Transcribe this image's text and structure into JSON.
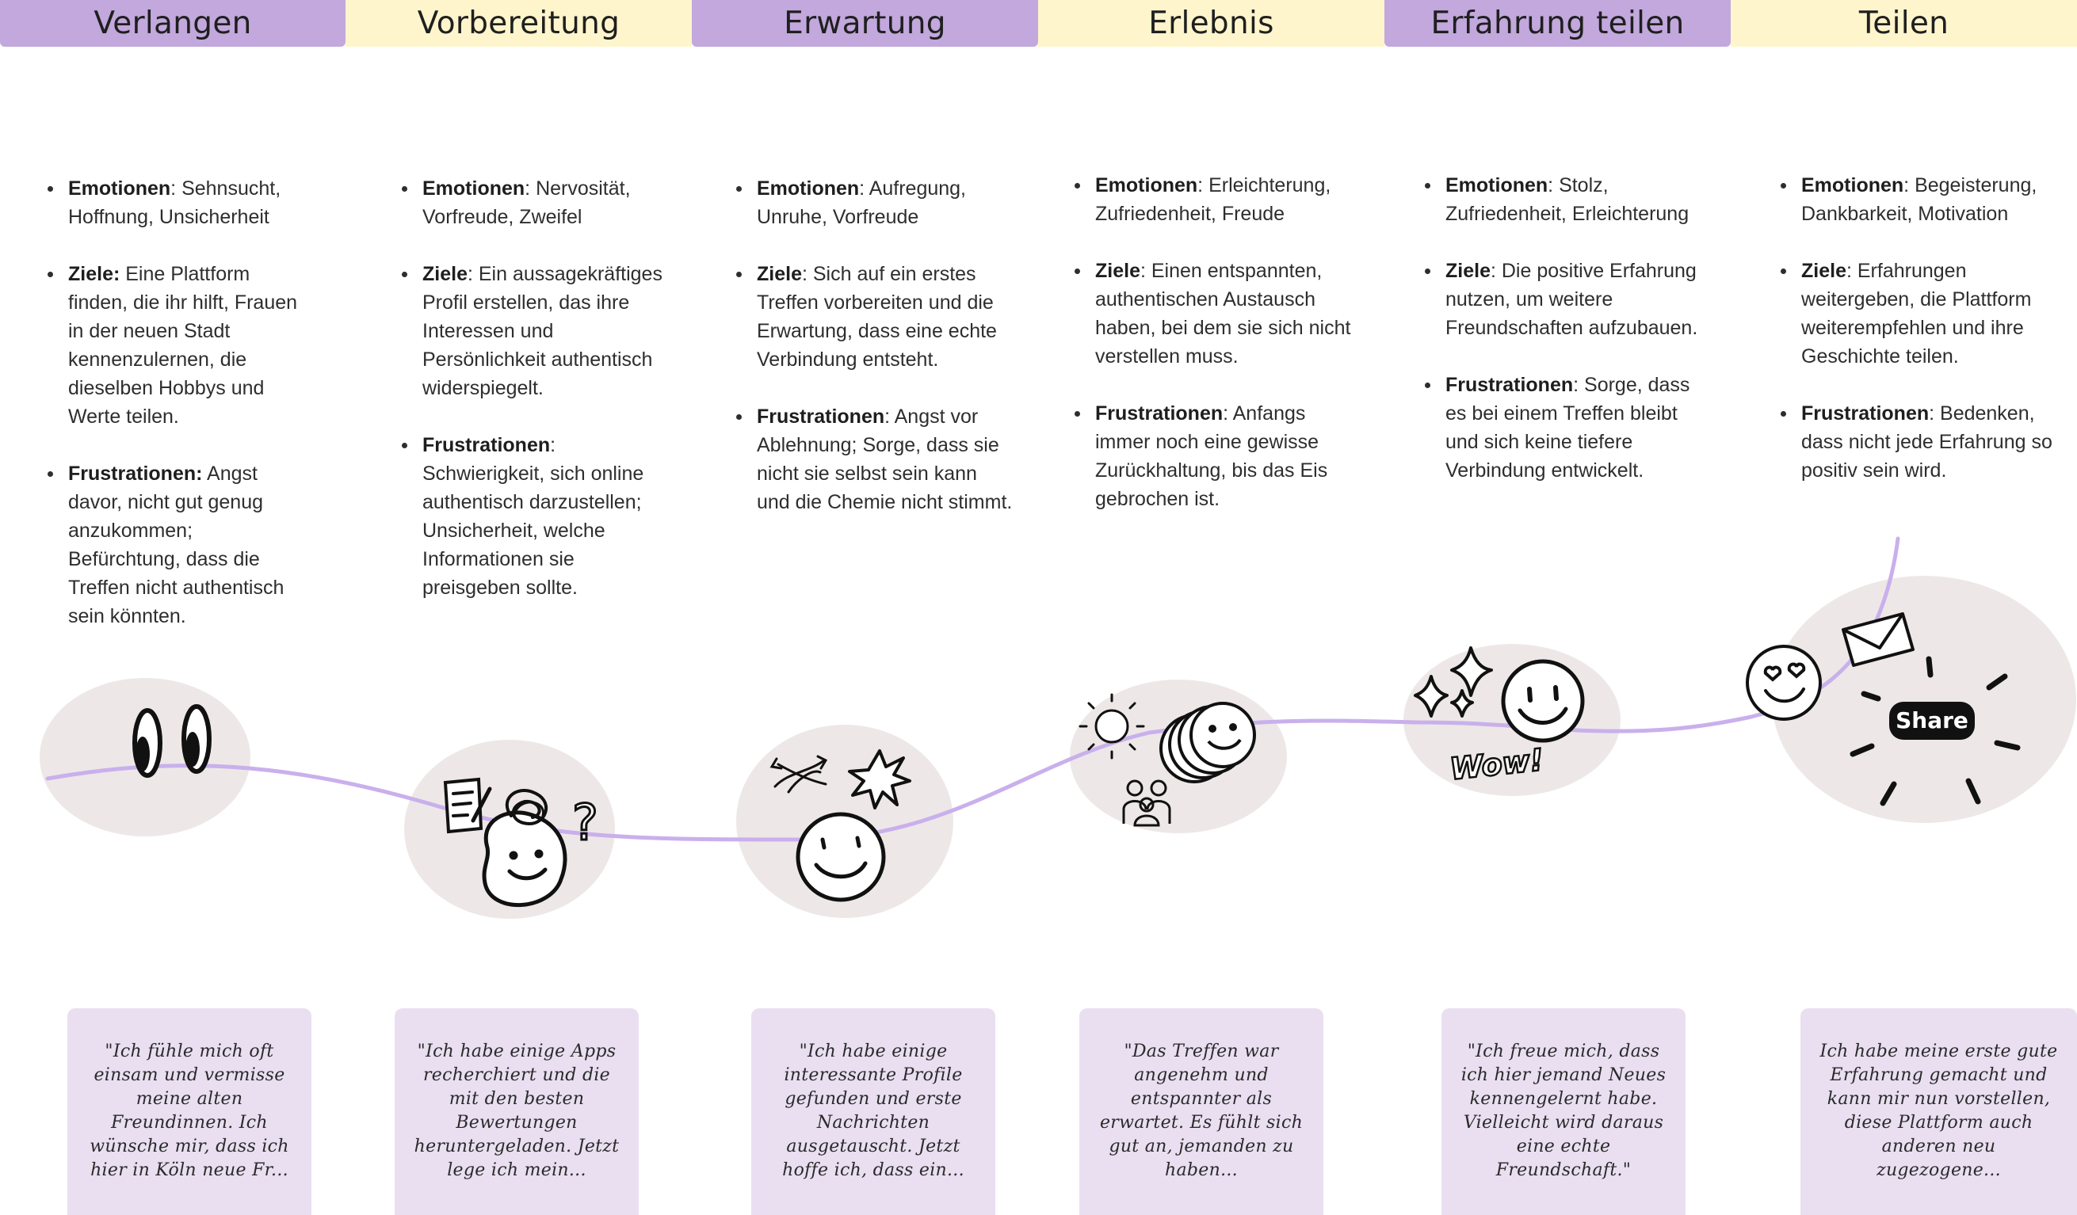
{
  "stages": [
    {
      "label": "Verlangen"
    },
    {
      "label": "Vorbereitung"
    },
    {
      "label": "Erwartung"
    },
    {
      "label": "Erlebnis"
    },
    {
      "label": "Erfahrung teilen"
    },
    {
      "label": "Teilen"
    }
  ],
  "columns": [
    {
      "emotions_label": "Emotionen",
      "emotions": ": Sehnsucht, Hoffnung, Unsicherheit",
      "goals_label": "Ziele:",
      "goals": " Eine Plattform finden, die ihr hilft, Frauen in der neuen Stadt kennenzulernen, die dieselben Hobbys und Werte teilen.",
      "frustrations_label": "Frustrationen:",
      "frustrations": " Angst davor, nicht gut genug anzukommen; Befürchtung, dass die Treffen nicht authentisch sein könnten."
    },
    {
      "emotions_label": "Emotionen",
      "emotions": ": Nervosität, Vorfreude, Zweifel",
      "goals_label": "Ziele",
      "goals": ": Ein aussagekräftiges Profil erstellen, das ihre Interessen und Persönlichkeit authentisch widerspiegelt.",
      "frustrations_label": "Frustrationen",
      "frustrations": ": Schwierigkeit, sich online authentisch darzustellen; Unsicherheit, welche Informationen sie preisgeben sollte."
    },
    {
      "emotions_label": "Emotionen",
      "emotions": ": Aufregung, Unruhe, Vorfreude",
      "goals_label": "Ziele",
      "goals": ": Sich auf ein erstes Treffen vorbereiten und die Erwartung, dass eine echte Verbindung entsteht.",
      "frustrations_label": "Frustrationen",
      "frustrations": ": Angst vor Ablehnung; Sorge, dass sie nicht sie selbst sein kann und die Chemie nicht stimmt."
    },
    {
      "emotions_label": "Emotionen",
      "emotions": ": Erleichterung, Zufriedenheit, Freude",
      "goals_label": "Ziele",
      "goals": ": Einen entspannten, authentischen Austausch haben, bei dem sie sich nicht verstellen muss.",
      "frustrations_label": "Frustrationen",
      "frustrations": ": Anfangs immer noch eine gewisse Zurückhaltung, bis das Eis gebrochen ist."
    },
    {
      "emotions_label": "Emotionen",
      "emotions": ": Stolz, Zufriedenheit, Erleichterung",
      "goals_label": "Ziele",
      "goals": ": Die positive Erfahrung nutzen, um weitere Freundschaften aufzubauen.",
      "frustrations_label": "Frustrationen",
      "frustrations": ": Sorge, dass es bei einem Treffen bleibt und sich keine tiefere Verbindung entwickelt."
    },
    {
      "emotions_label": "Emotionen",
      "emotions": ": Begeisterung, Dankbarkeit, Motivation",
      "goals_label": "Ziele",
      "goals": ": Erfahrungen weitergeben, die Plattform weiterempfehlen und ihre Geschichte teilen.",
      "frustrations_label": "Frustrationen",
      "frustrations": ": Bedenken, dass nicht jede Erfahrung so positiv sein wird."
    }
  ],
  "illustrations": {
    "wow_text": "Wow!",
    "share_text": "Share",
    "question_mark": "?"
  },
  "quotes": [
    {
      "text": "\"Ich fühle mich oft einsam und vermisse meine alten Freundinnen. Ich wünsche mir, dass ich hier in Köln neue Fr..."
    },
    {
      "text": "\"Ich habe einige Apps recherchiert und die mit den besten Bewertungen heruntergeladen. Jetzt lege ich mein..."
    },
    {
      "text": "\"Ich habe einige interessante Profile gefunden und erste Nachrichten ausgetauscht. Jetzt hoffe ich, dass ein..."
    },
    {
      "text": "\"Das Treffen war angenehm und entspannter als erwartet. Es fühlt sich gut an, jemanden zu haben..."
    },
    {
      "text": "\"Ich freue mich, dass ich hier jemand Neues kennengelernt habe. Vielleicht wird daraus eine echte Freundschaft.\""
    },
    {
      "text": "Ich habe meine erste gute Erfahrung gemacht und kann mir nun vorstellen, diese Plattform auch anderen neu zugezogene..."
    }
  ],
  "colors": {
    "stage_purple": "#c2a8dc",
    "stage_yellow": "#fff5cc",
    "journey_line": "#c9b0ec",
    "blob": "#ede8e7",
    "quote_card": "#e9dff1"
  }
}
